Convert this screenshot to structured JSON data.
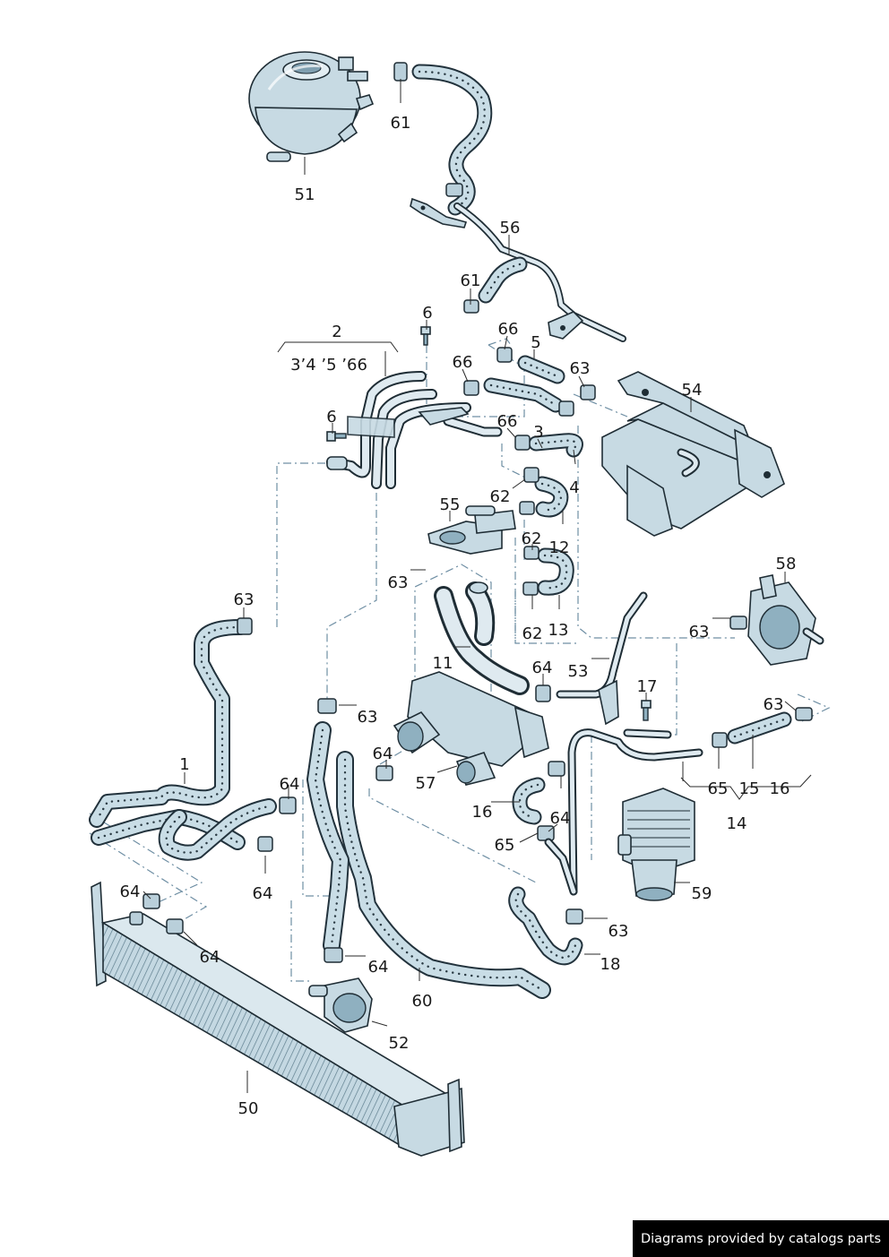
{
  "credit": "Diagrams provided by catalogs parts",
  "callouts": [
    {
      "id": "51",
      "text": "51"
    },
    {
      "id": "61a",
      "text": "61"
    },
    {
      "id": "56",
      "text": "56"
    },
    {
      "id": "61b",
      "text": "61"
    },
    {
      "id": "6a",
      "text": "6"
    },
    {
      "id": "2",
      "text": "2"
    },
    {
      "id": "2sub",
      "text": "3’4 ’5 ’66"
    },
    {
      "id": "66a",
      "text": "66"
    },
    {
      "id": "5",
      "text": "5"
    },
    {
      "id": "66b",
      "text": "66"
    },
    {
      "id": "63a",
      "text": "63"
    },
    {
      "id": "54",
      "text": "54"
    },
    {
      "id": "6b",
      "text": "6"
    },
    {
      "id": "66c",
      "text": "66"
    },
    {
      "id": "3",
      "text": "3"
    },
    {
      "id": "4",
      "text": "4"
    },
    {
      "id": "55",
      "text": "55"
    },
    {
      "id": "62a",
      "text": "62"
    },
    {
      "id": "62b",
      "text": "62"
    },
    {
      "id": "12",
      "text": "12"
    },
    {
      "id": "63b",
      "text": "63"
    },
    {
      "id": "62c",
      "text": "62"
    },
    {
      "id": "13",
      "text": "13"
    },
    {
      "id": "63c",
      "text": "63"
    },
    {
      "id": "58",
      "text": "58"
    },
    {
      "id": "63d",
      "text": "63"
    },
    {
      "id": "11",
      "text": "11"
    },
    {
      "id": "64a",
      "text": "64"
    },
    {
      "id": "53",
      "text": "53"
    },
    {
      "id": "17",
      "text": "17"
    },
    {
      "id": "63e",
      "text": "63"
    },
    {
      "id": "63f",
      "text": "63"
    },
    {
      "id": "1",
      "text": "1"
    },
    {
      "id": "64b",
      "text": "64"
    },
    {
      "id": "57",
      "text": "57"
    },
    {
      "id": "64c",
      "text": "64"
    },
    {
      "id": "65a",
      "text": "65"
    },
    {
      "id": "15",
      "text": "15"
    },
    {
      "id": "16a",
      "text": "16"
    },
    {
      "id": "14",
      "text": "14"
    },
    {
      "id": "16b",
      "text": "16"
    },
    {
      "id": "64d",
      "text": "64"
    },
    {
      "id": "65b",
      "text": "65"
    },
    {
      "id": "64e",
      "text": "64"
    },
    {
      "id": "64f",
      "text": "64"
    },
    {
      "id": "59",
      "text": "59"
    },
    {
      "id": "63g",
      "text": "63"
    },
    {
      "id": "64g",
      "text": "64"
    },
    {
      "id": "18",
      "text": "18"
    },
    {
      "id": "64h",
      "text": "64"
    },
    {
      "id": "60",
      "text": "60"
    },
    {
      "id": "52",
      "text": "52"
    },
    {
      "id": "50",
      "text": "50"
    }
  ]
}
